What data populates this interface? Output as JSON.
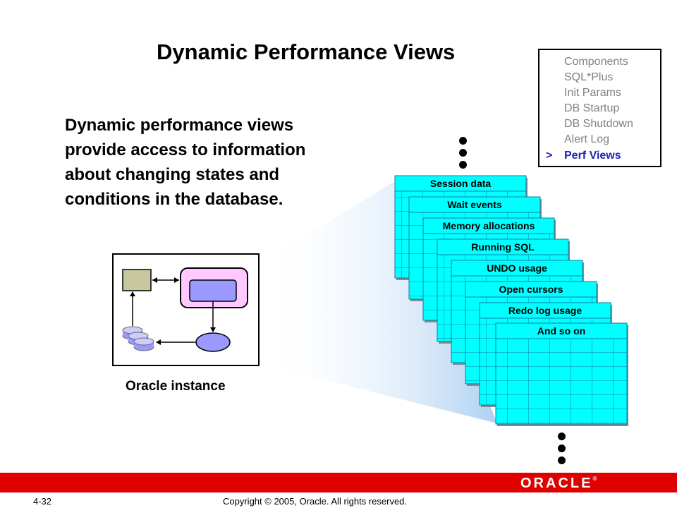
{
  "slide": {
    "title": "Dynamic Performance Views",
    "body": "Dynamic performance views provide access to information about changing states and conditions in the database.",
    "caption": "Oracle instance"
  },
  "toc": {
    "items": [
      "Components",
      "SQL*Plus",
      "Init Params",
      "DB Startup",
      "DB Shutdown",
      "Alert Log",
      "Perf Views"
    ],
    "active_marker": ">",
    "active_color": "#1b24b8",
    "inactive_color": "#808080"
  },
  "tables": {
    "labels": [
      "Session data",
      "Wait events",
      "Memory allocations",
      "Running SQL",
      "UNDO usage",
      "Open cursors",
      "Redo log usage",
      "And so on"
    ],
    "fill_color": "#00ffff"
  },
  "footer": {
    "page": "4-32",
    "copyright": "Copyright © 2005, Oracle.  All rights reserved.",
    "logo": "ORACLE",
    "logo_mark": "®",
    "bar_color": "#e00000"
  }
}
